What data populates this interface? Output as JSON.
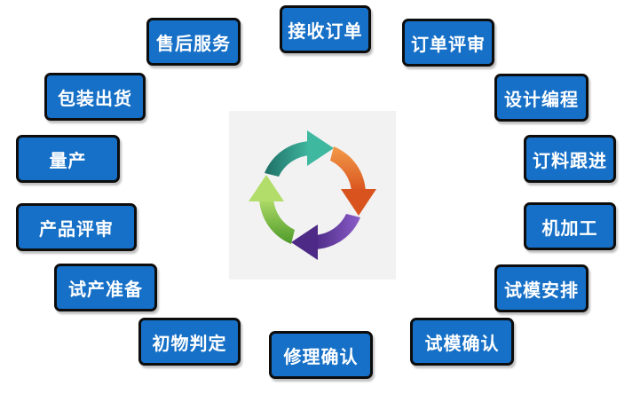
{
  "colors": {
    "box_fill": "#1670c7",
    "box_border": "#0d0d0d",
    "text": "#ffffff",
    "arrow_teal": "#2a9a86",
    "arrow_orange": "#f07a2e",
    "arrow_purple": "#6b3fa8",
    "arrow_green": "#8cc63f"
  },
  "center": {
    "icon": "circular-arrows-cycle-icon"
  },
  "steps": [
    {
      "label": "接收订单"
    },
    {
      "label": "订单评审"
    },
    {
      "label": "设计编程"
    },
    {
      "label": "订料跟进"
    },
    {
      "label": "机加工"
    },
    {
      "label": "试模安排"
    },
    {
      "label": "试模确认"
    },
    {
      "label": "修理确认"
    },
    {
      "label": "初物判定"
    },
    {
      "label": "试产准备"
    },
    {
      "label": "产品评审"
    },
    {
      "label": "量产"
    },
    {
      "label": "包装出货"
    },
    {
      "label": "售后服务"
    }
  ]
}
